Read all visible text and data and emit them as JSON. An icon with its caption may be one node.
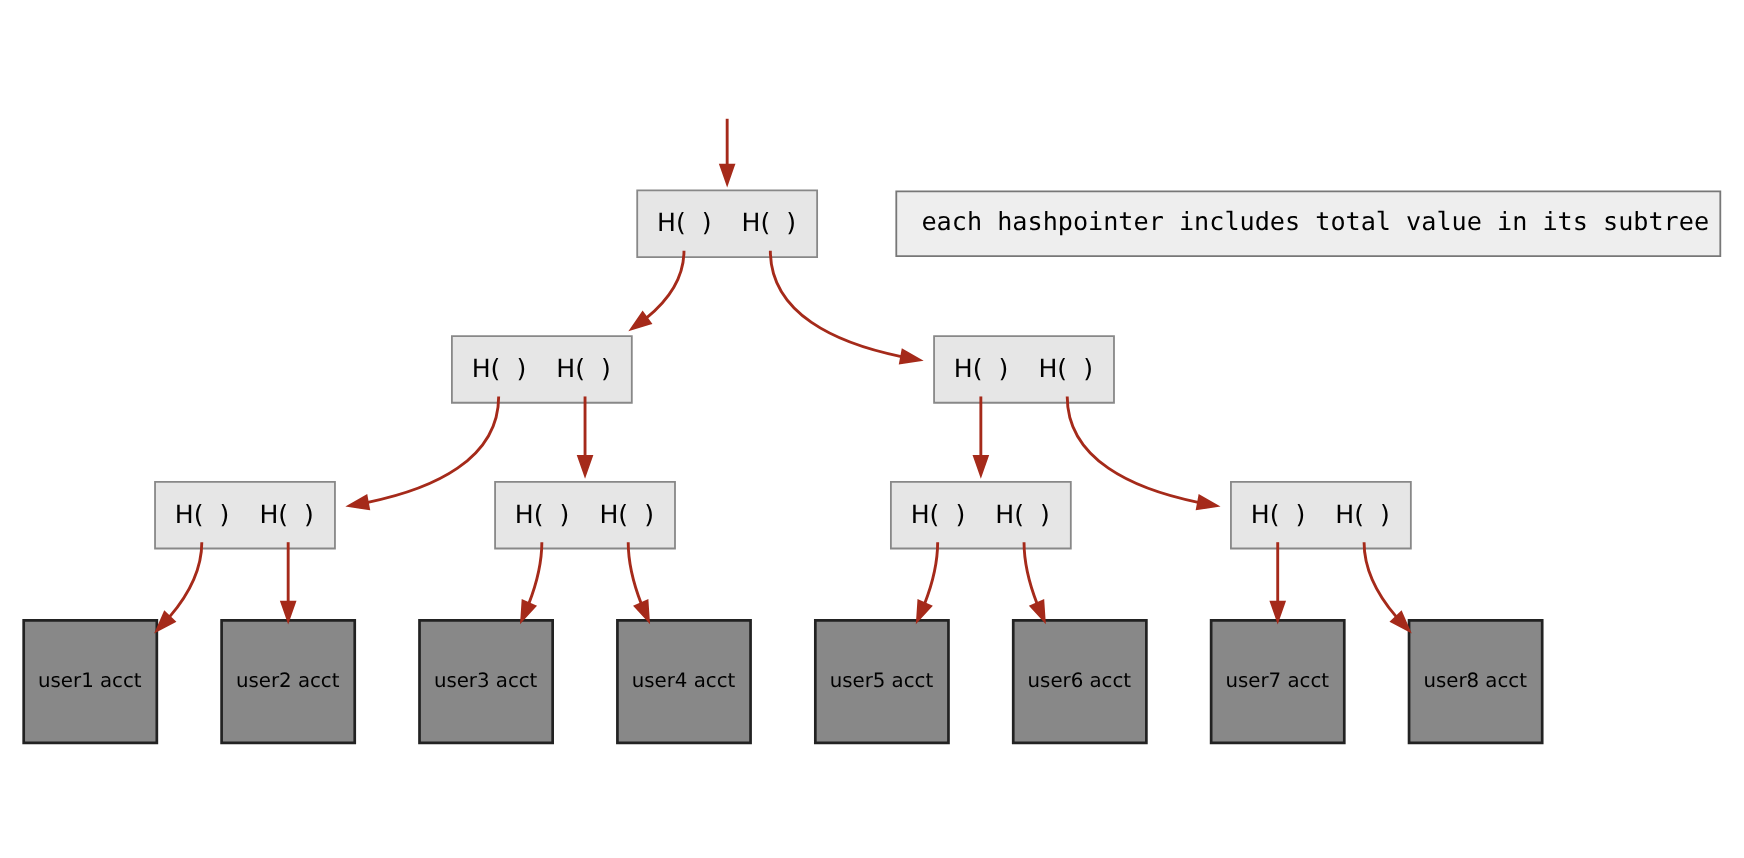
{
  "diagram": {
    "nodes": [
      {
        "text": [
          "H(  )",
          "H(  )"
        ]
      },
      {
        "text": [
          "each hashpointer includes total value in its subtree"
        ]
      },
      {
        "text": [
          "H(  )",
          "H(  )"
        ]
      },
      {
        "text": [
          "H(  )",
          "H(  )"
        ]
      },
      {
        "text": [
          "H(  )",
          "H(  )"
        ]
      },
      {
        "text": [
          "H(  )",
          "H(  )"
        ]
      },
      {
        "text": [
          "H(  )",
          "H(  )"
        ]
      },
      {
        "text": [
          "H(  )",
          "H(  )"
        ]
      },
      {
        "text": [
          "user1 acct"
        ]
      },
      {
        "text": [
          "user2 acct"
        ]
      },
      {
        "text": [
          "user3 acct"
        ]
      },
      {
        "text": [
          "user4 acct"
        ]
      },
      {
        "text": [
          "user5 acct"
        ]
      },
      {
        "text": [
          "user6 acct"
        ]
      },
      {
        "text": [
          "user7 acct"
        ]
      },
      {
        "text": [
          "user8 acct"
        ]
      }
    ],
    "edges": [
      {
        "from": null,
        "to": 0,
        "arrow": "to"
      },
      {
        "from": 0,
        "to": 2,
        "arrow": "to"
      },
      {
        "from": 0,
        "to": 3,
        "arrow": "to"
      },
      {
        "from": 2,
        "to": 4,
        "arrow": "to"
      },
      {
        "from": 2,
        "to": 5,
        "arrow": "to"
      },
      {
        "from": 3,
        "to": 6,
        "arrow": "to"
      },
      {
        "from": 3,
        "to": 7,
        "arrow": "to"
      },
      {
        "from": 4,
        "to": 8,
        "arrow": "to"
      },
      {
        "from": 4,
        "to": 9,
        "arrow": "to"
      },
      {
        "from": 5,
        "to": 10,
        "arrow": "to"
      },
      {
        "from": 5,
        "to": 11,
        "arrow": "to"
      },
      {
        "from": 6,
        "to": 12,
        "arrow": "to"
      },
      {
        "from": 6,
        "to": 13,
        "arrow": "to"
      },
      {
        "from": 7,
        "to": 14,
        "arrow": "to"
      },
      {
        "from": 7,
        "to": 15,
        "arrow": "to"
      }
    ]
  }
}
